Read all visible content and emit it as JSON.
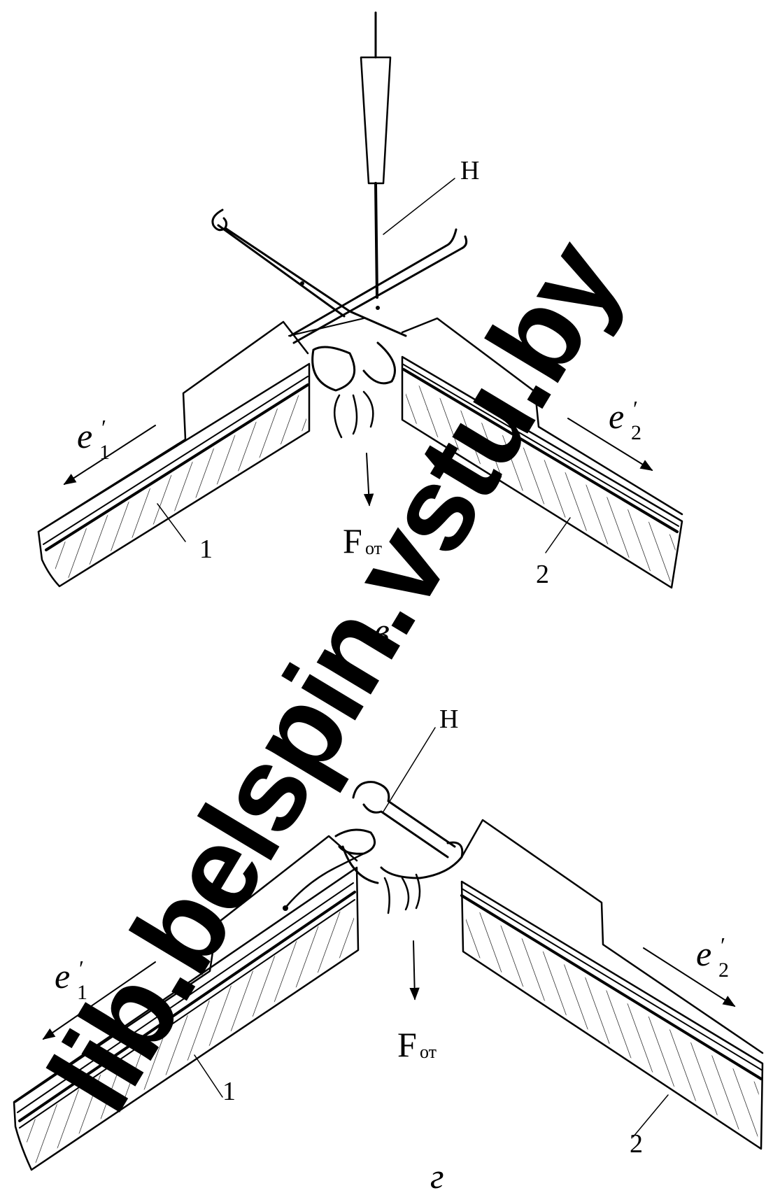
{
  "panel_top": {
    "caption": "в",
    "labels": {
      "needle": "Н",
      "force": "F",
      "force_sub": "от",
      "part_1": "1",
      "part_2": "2",
      "strain_1": "e",
      "strain_1_sub": "1",
      "strain_2": "e",
      "strain_2_sub": "2",
      "prime": "′"
    }
  },
  "panel_bottom": {
    "caption": "г",
    "labels": {
      "needle": "Н",
      "force": "F",
      "force_sub": "от",
      "part_1": "1",
      "part_2": "2",
      "strain_1": "e",
      "strain_1_sub": "1",
      "strain_2": "e",
      "strain_2_sub": "2",
      "prime": "′"
    }
  },
  "watermark": {
    "text": "lib.belspin.vstu.by"
  },
  "colors": {
    "ink": "#000000",
    "paper": "#ffffff"
  }
}
